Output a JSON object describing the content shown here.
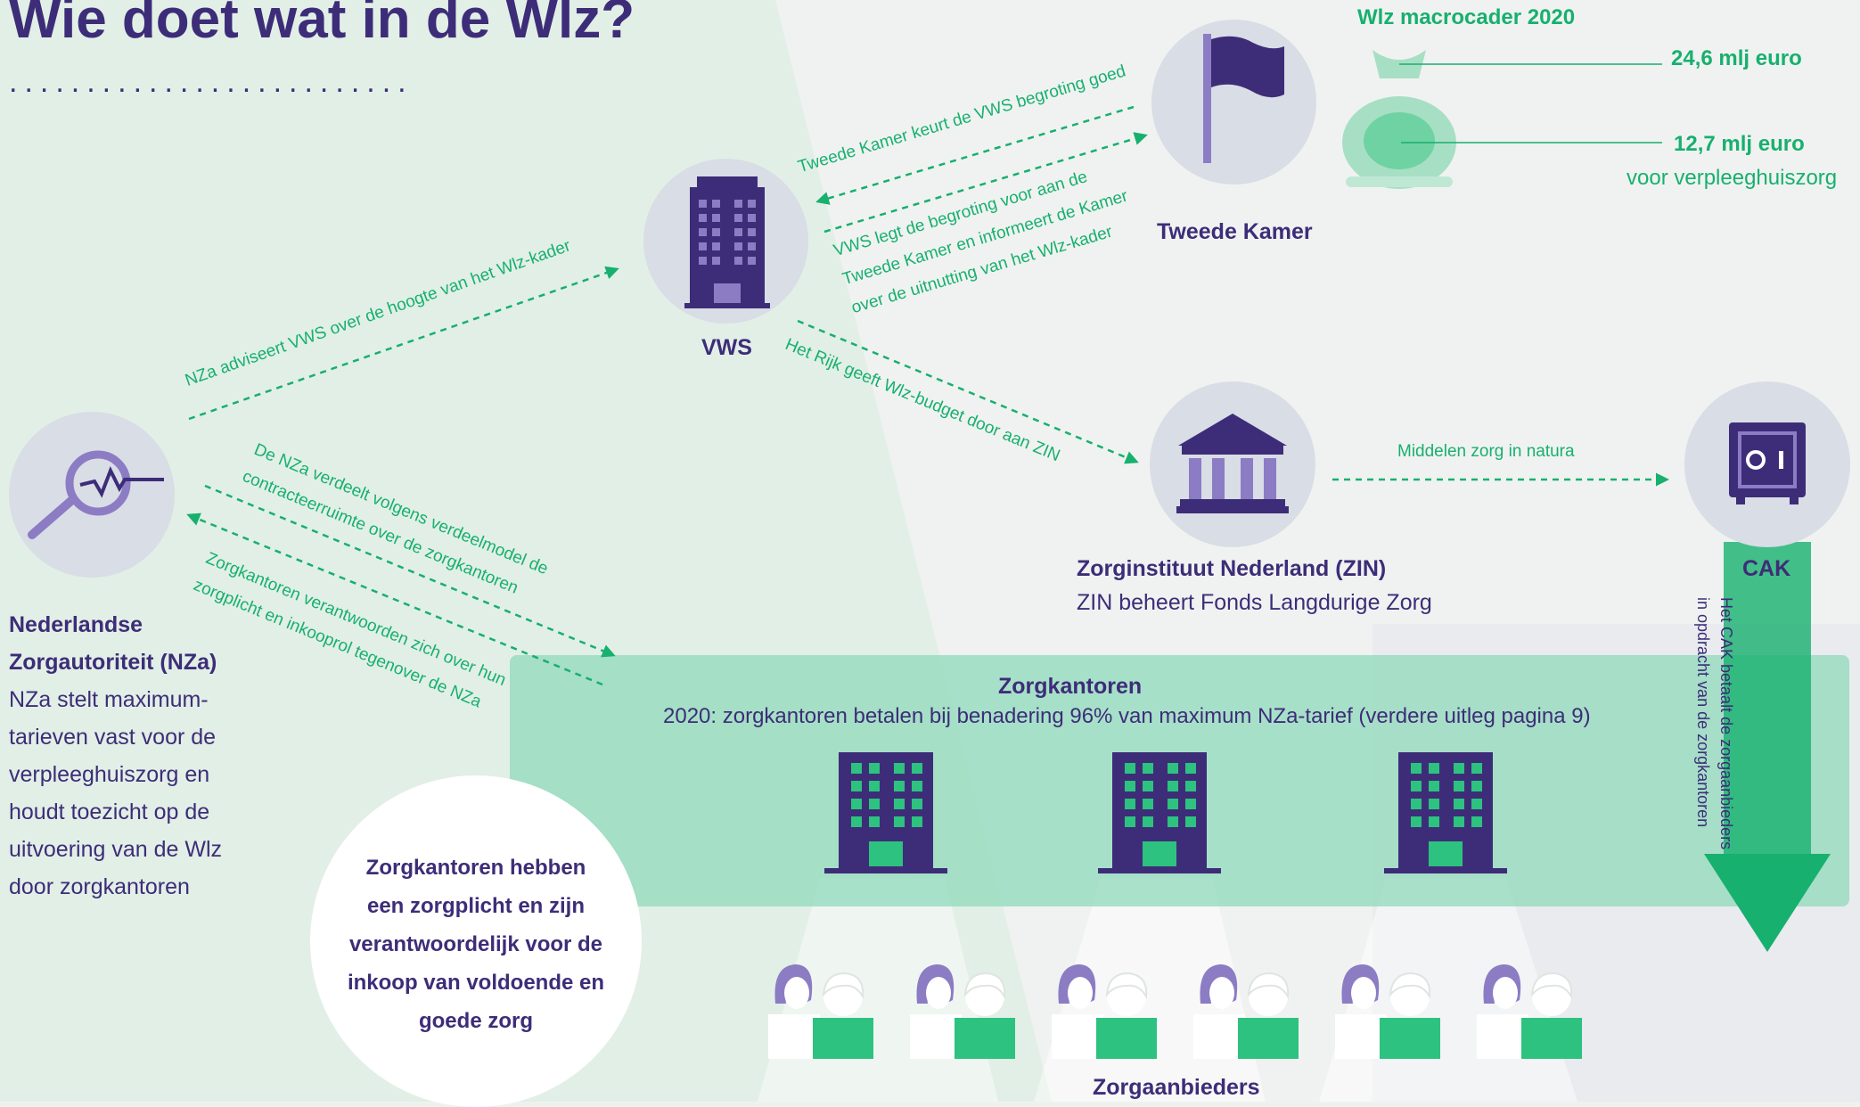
{
  "title": "Wie doet wat in de Wlz?",
  "dots": "..........................",
  "macro": {
    "title": "Wlz macrocader 2020",
    "total": "24,6 mlj euro",
    "care": "12,7 mlj euro",
    "care_sub": "voor verpleeghuiszorg"
  },
  "actors": {
    "tweede_kamer": "Tweede Kamer",
    "vws": "VWS",
    "zin_title": "Zorginstituut Nederland (ZIN)",
    "zin_sub": "ZIN beheert Fonds Langdurige Zorg",
    "cak": "CAK",
    "nza_title_1": "Nederlandse",
    "nza_title_2": "Zorgautoriteit (NZa)",
    "nza_lines": [
      "NZa stelt maximum-",
      "tarieven vast voor de",
      "verpleeghuiszorg en",
      "houdt toezicht op de",
      "uitvoering van de Wlz",
      "door zorgkantoren"
    ],
    "zorgkantoren_title": "Zorgkantoren",
    "zorgkantoren_sub": "2020: zorgkantoren betalen bij benadering 96% van maximum NZa-tarief (verdere uitleg pagina 9)",
    "zorgaanbieders": "Zorgaanbieders"
  },
  "arrows": {
    "tk_approves": "Tweede Kamer keurt de VWS begroting goed",
    "vws_submits_1": "VWS legt de begroting voor aan de",
    "vws_submits_2": "Tweede Kamer en informeert de Kamer",
    "vws_submits_3": "over de uitnutting van het Wlz-kader",
    "nza_advises": "NZa adviseert VWS over de hoogte van het Wlz-kader",
    "rijk_budget": "Het Rijk geeft Wlz-budget  door aan ZIN",
    "middelen": "Middelen zorg in natura",
    "nza_distributes_1": "De NZa verdeelt volgens verdeelmodel de",
    "nza_distributes_2": "contracteerruimte over de zorgkantoren",
    "zk_accountable_1": "Zorgkantoren verantwoorden zich over hun",
    "zk_accountable_2": "zorgplicht en inkooprol tegenover de NZa",
    "cak_pays_1": "Het CAK betaalt de zorgaanbieders",
    "cak_pays_2": "in opdracht van de zorgkantoren"
  },
  "callout": [
    "Zorgkantoren hebben",
    "een zorgplicht en zijn",
    "verantwoordelijk voor de",
    "inkoop van voldoende en",
    "goede zorg"
  ],
  "icons": {
    "flag": "flag-icon",
    "money_bag": "money-bag-icon",
    "building": "office-building-icon",
    "magnifier": "magnifier-icon",
    "institute": "institution-icon",
    "safe": "safe-icon",
    "people": "care-provider-icon"
  },
  "colors": {
    "purple": "#3d2d78",
    "green": "#17b06e",
    "band": "#8fdabb",
    "circle": "#d9dde5"
  }
}
